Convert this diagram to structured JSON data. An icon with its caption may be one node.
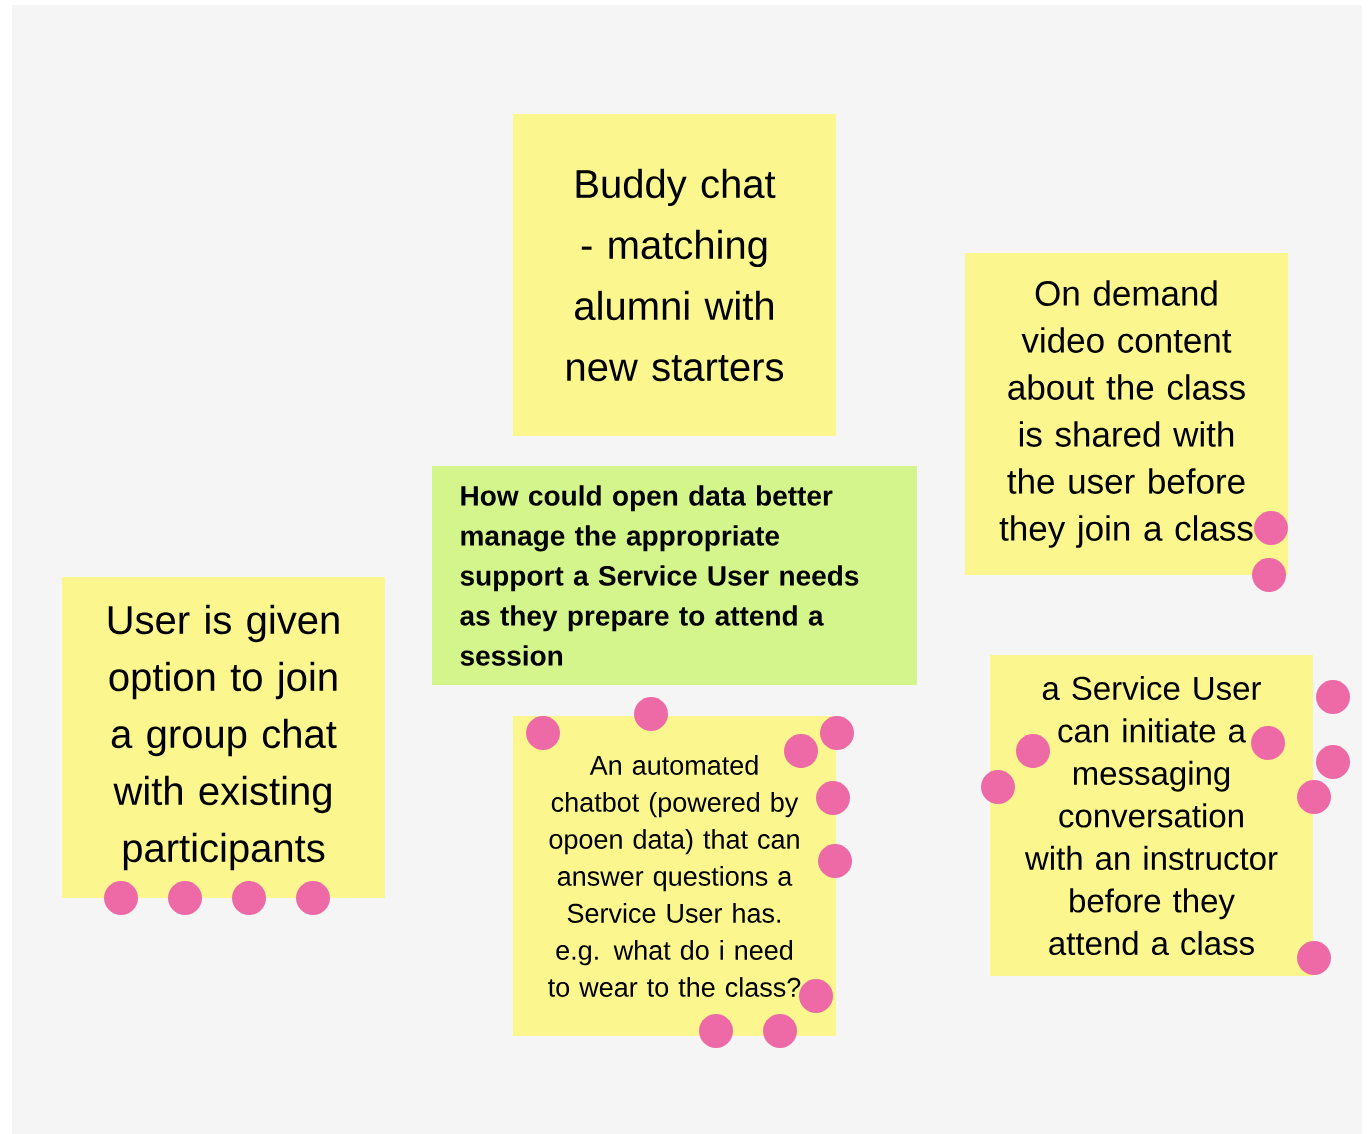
{
  "diagram": {
    "nodes": [
      {
        "text": [
          "Buddy chat - matching alumni with new starters"
        ]
      },
      {
        "text": [
          "On demand video content about the class is shared with the user before they join a class"
        ]
      },
      {
        "text": [
          "How could open data better manage the appropriate support a Service User needs as they prepare to attend a session"
        ]
      },
      {
        "text": [
          "User is given option to join a group chat with existing participants"
        ]
      },
      {
        "text": [
          "An automated chatbot (powered by opoen data) that can answer questions a Service User has. e.g. what do i need to wear to the class?"
        ]
      },
      {
        "text": [
          "a Service User can initiate a messaging conversation with an instructor before they attend a class"
        ]
      }
    ]
  }
}
